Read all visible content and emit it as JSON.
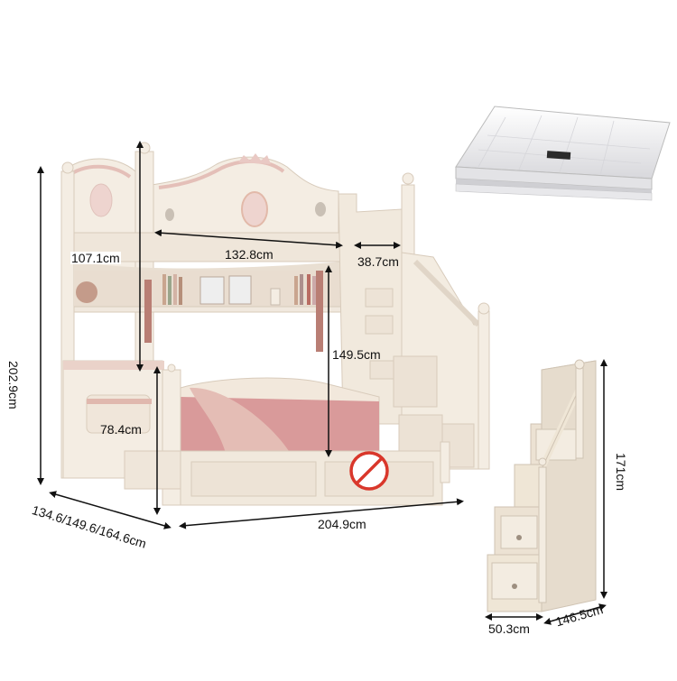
{
  "dimensions": {
    "total_height": "202.9cm",
    "top_bunk_height": "107.1cm",
    "top_inner_width": "132.8cm",
    "stair_width": "38.7cm",
    "lower_clearance": "149.5cm",
    "lower_rail_height": "78.4cm",
    "bed_length": "204.9cm",
    "bed_width_options": "134.6/149.6/164.6cm",
    "stair_height": "171cm",
    "stair_depth": "146.5cm",
    "stair_step_width": "50.3cm"
  },
  "colors": {
    "frame_cream": "#f4ede3",
    "trim_pink": "#e9c9c4",
    "bedding_pink": "#d99a9a",
    "stair_cream": "#efe6d6",
    "dimension_line": "#111111",
    "no_sign_red": "#d9372b"
  },
  "icons": {
    "no_sign": "prohibited-sign-icon"
  }
}
